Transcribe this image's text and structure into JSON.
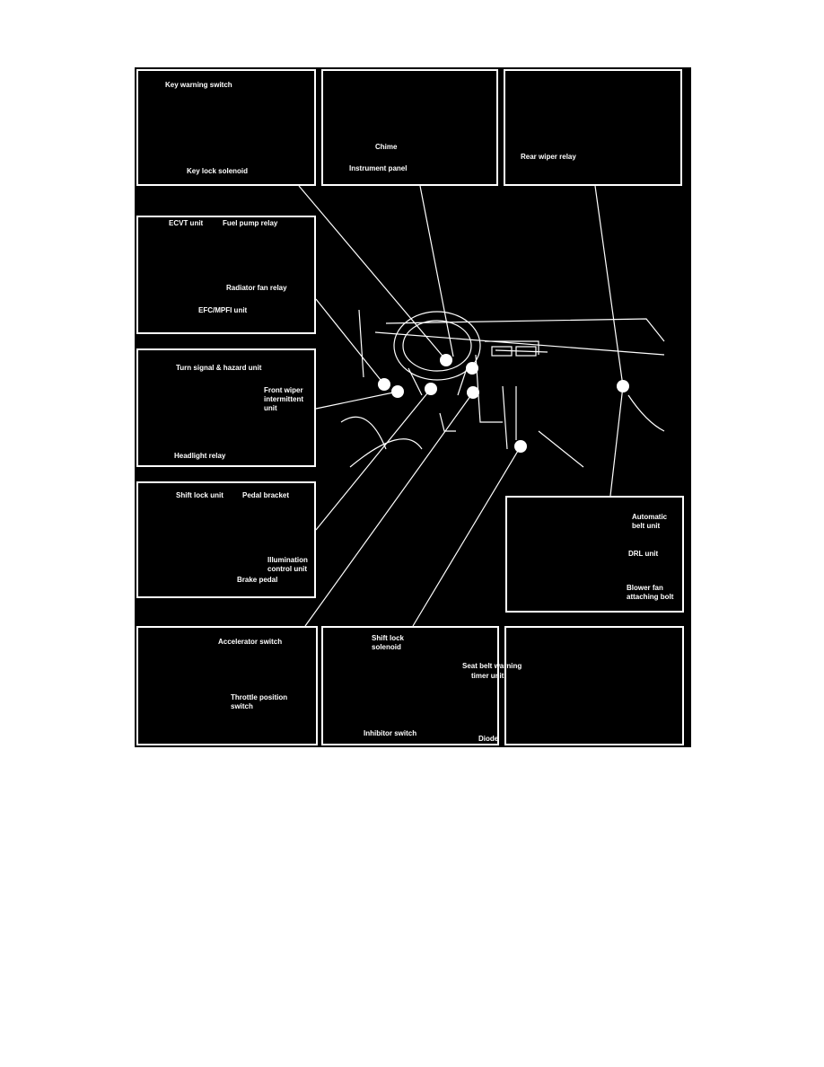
{
  "panels": [
    {
      "id": "key",
      "labels": [
        "Key warning switch",
        "Key lock solenoid"
      ]
    },
    {
      "id": "chime",
      "labels": [
        "Chime",
        "Instrument panel"
      ]
    },
    {
      "id": "rear-wiper",
      "labels": [
        "Rear wiper relay"
      ]
    },
    {
      "id": "ecvt",
      "labels": [
        "ECVT unit",
        "Fuel pump relay",
        "Radiator fan relay",
        "EFC/MPFI unit"
      ]
    },
    {
      "id": "turn-signal",
      "labels": [
        "Turn signal & hazard unit",
        "Front wiper\nintermittent\nunit",
        "Headlight relay"
      ]
    },
    {
      "id": "shift-lock",
      "labels": [
        "Shift lock unit",
        "Pedal bracket",
        "Illumination\ncontrol unit",
        "Brake pedal"
      ]
    },
    {
      "id": "belt",
      "labels": [
        "Automatic\nbelt unit",
        "DRL unit",
        "Blower fan\nattaching bolt"
      ]
    },
    {
      "id": "accelerator",
      "labels": [
        "Accelerator switch",
        "Throttle position\nswitch"
      ]
    },
    {
      "id": "shift-solenoid",
      "labels": [
        "Shift lock\nsolenoid",
        "Inhibitor switch"
      ]
    },
    {
      "id": "seat-belt",
      "labels": [
        "Seat belt warning",
        "timer unit",
        "Diode"
      ]
    }
  ]
}
